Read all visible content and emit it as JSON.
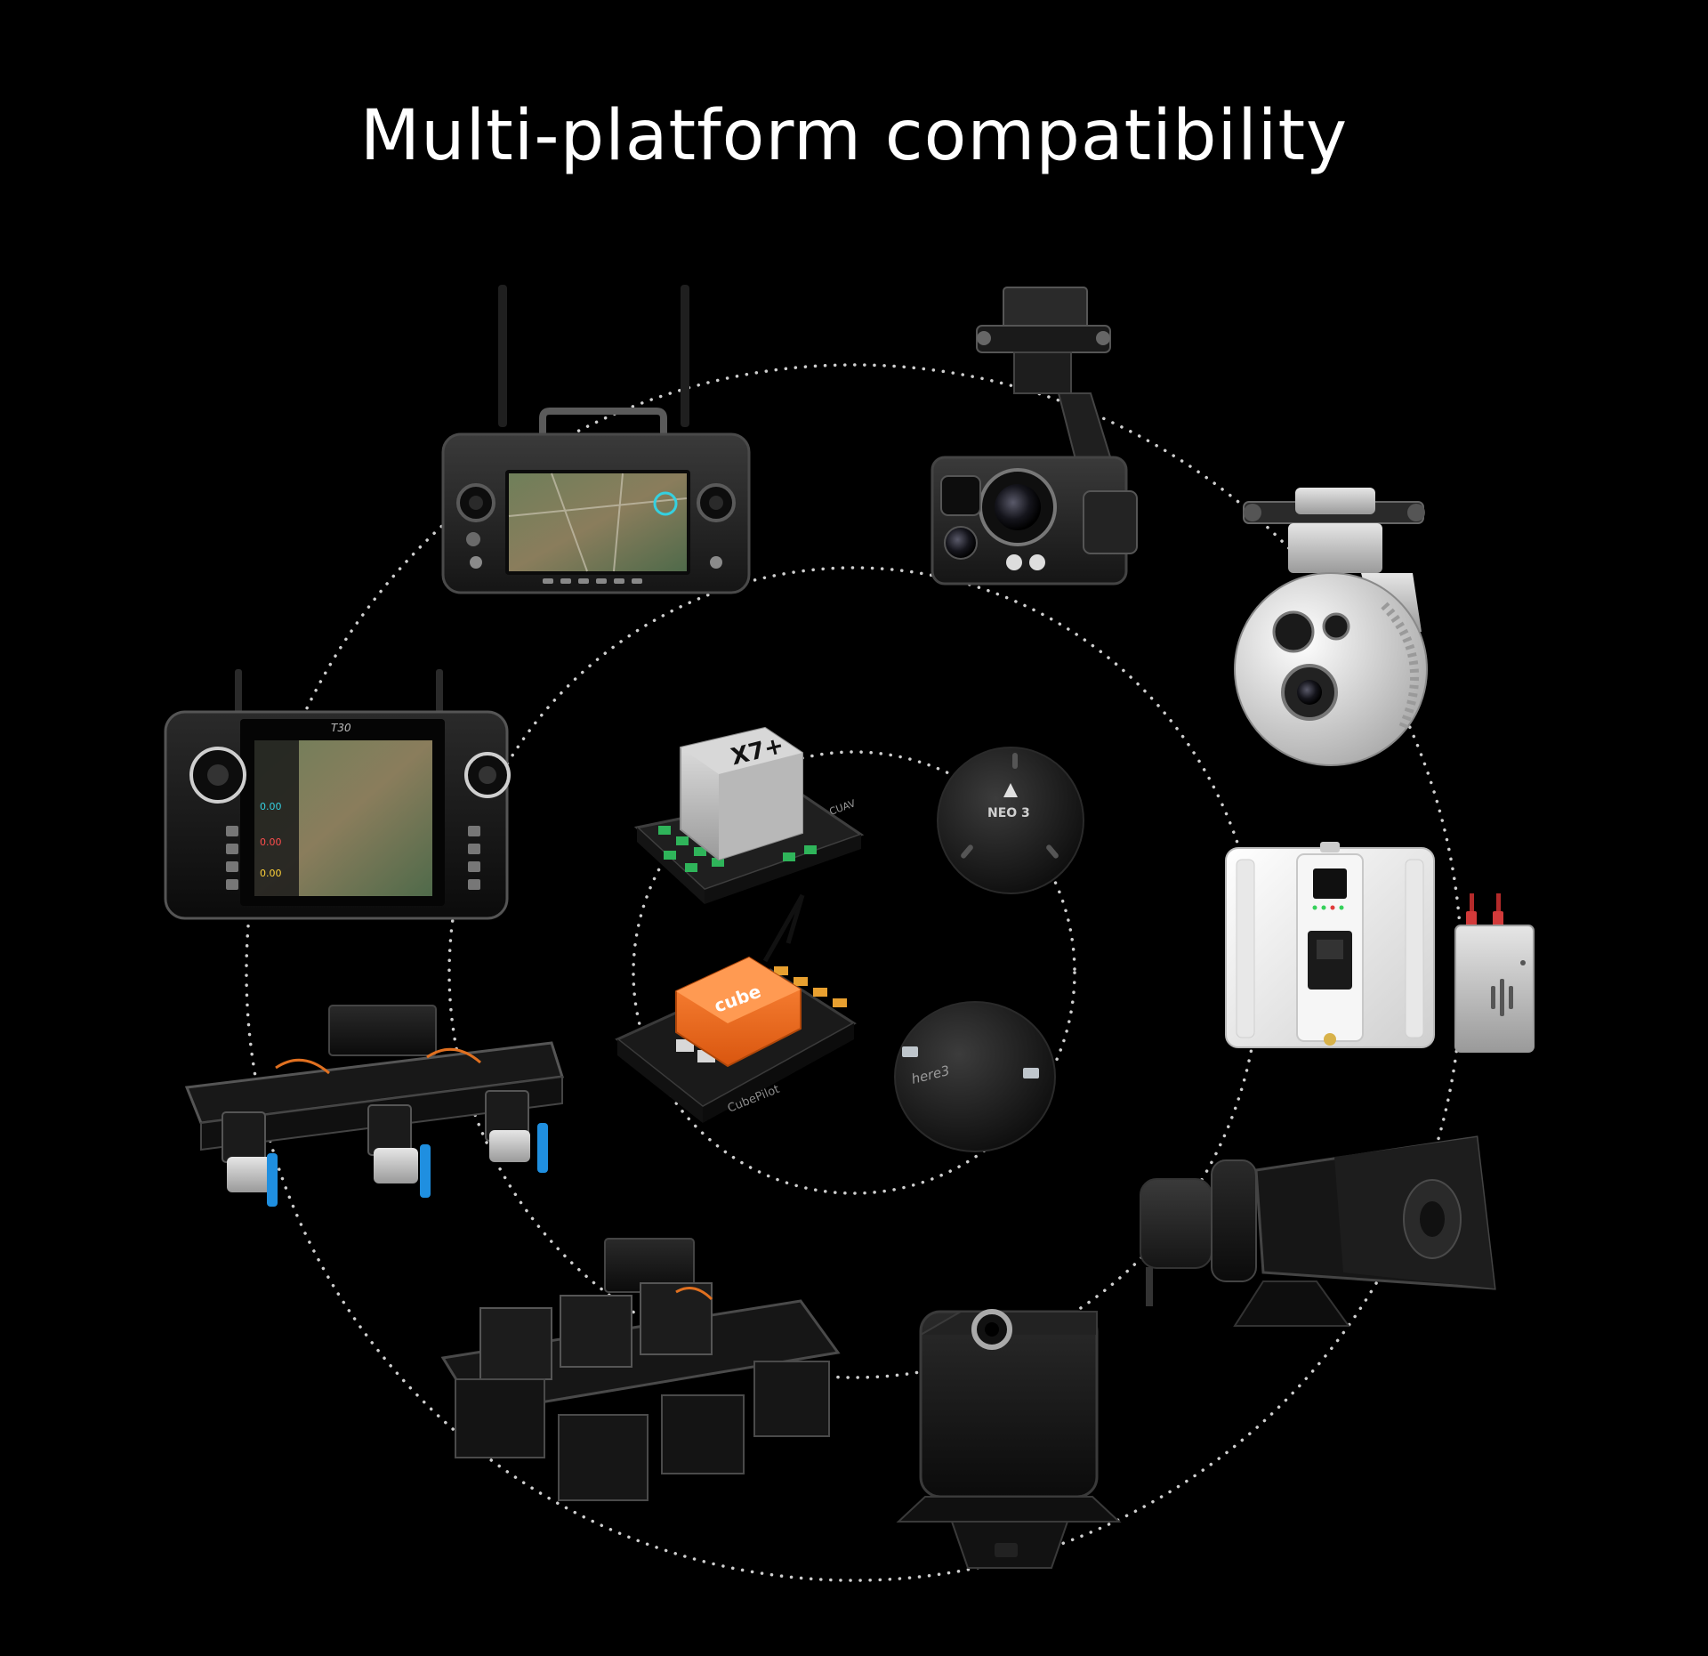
{
  "title": "Multi-platform compatibility",
  "colors": {
    "background": "#000000",
    "ring": "#cfcfcf",
    "cube_orange": "#f26b1d",
    "servo_blue": "#1f8fe0"
  },
  "devices": {
    "t30_remote": {
      "icon": "remote-controller-icon",
      "label": "T30"
    },
    "x7_flight_controller": {
      "icon": "flight-controller-icon",
      "label": "X7+",
      "brand": "CUAV"
    },
    "neo3_gps": {
      "icon": "gps-module-icon",
      "label": "NEO 3"
    },
    "cube_flight_controller": {
      "icon": "flight-controller-icon",
      "label": "cube",
      "brand": "CubePilot"
    },
    "here3_gps": {
      "icon": "gps-module-icon",
      "label": "here3"
    },
    "zoom_gimbal_camera": {
      "icon": "gimbal-camera-icon"
    },
    "pod_gimbal_camera": {
      "icon": "gimbal-camera-icon"
    },
    "video_transmitter": {
      "icon": "radio-transmitter-icon"
    },
    "data_link_module": {
      "icon": "radio-module-icon"
    },
    "loudspeaker": {
      "icon": "loudspeaker-icon"
    },
    "searchlight": {
      "icon": "searchlight-icon"
    },
    "multi_dropper": {
      "icon": "dropper-icon"
    },
    "servo_release": {
      "icon": "servo-release-icon"
    },
    "handheld_remote": {
      "icon": "remote-controller-icon"
    }
  }
}
